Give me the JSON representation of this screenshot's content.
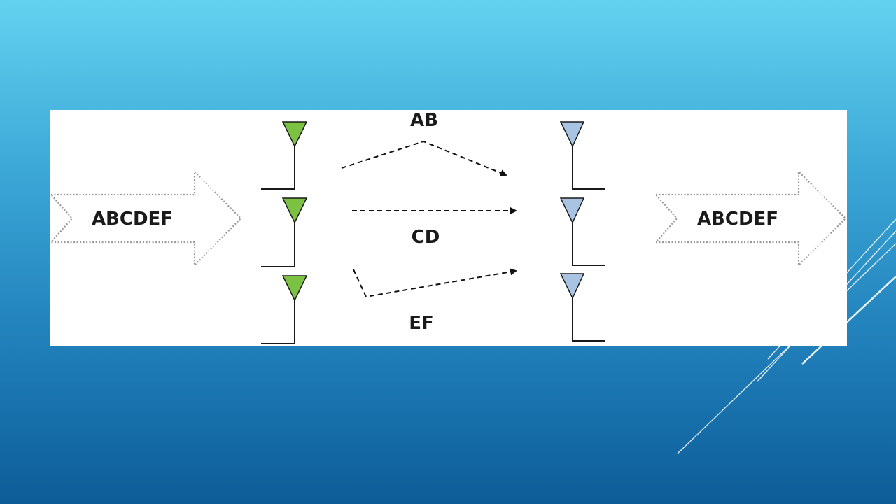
{
  "diagram": {
    "input_label": "ABCDEF",
    "output_label": "ABCDEF",
    "streams": [
      {
        "label": "AB"
      },
      {
        "label": "CD"
      },
      {
        "label": "EF"
      }
    ],
    "tx_antenna_count": 3,
    "rx_antenna_count": 3
  },
  "colors": {
    "tx_antenna": "#7cc242",
    "rx_antenna": "#a9c4e2",
    "arrow_outline": "#9a9a9a",
    "background_top": "#63d2ef",
    "background_bottom": "#0d5d98"
  }
}
